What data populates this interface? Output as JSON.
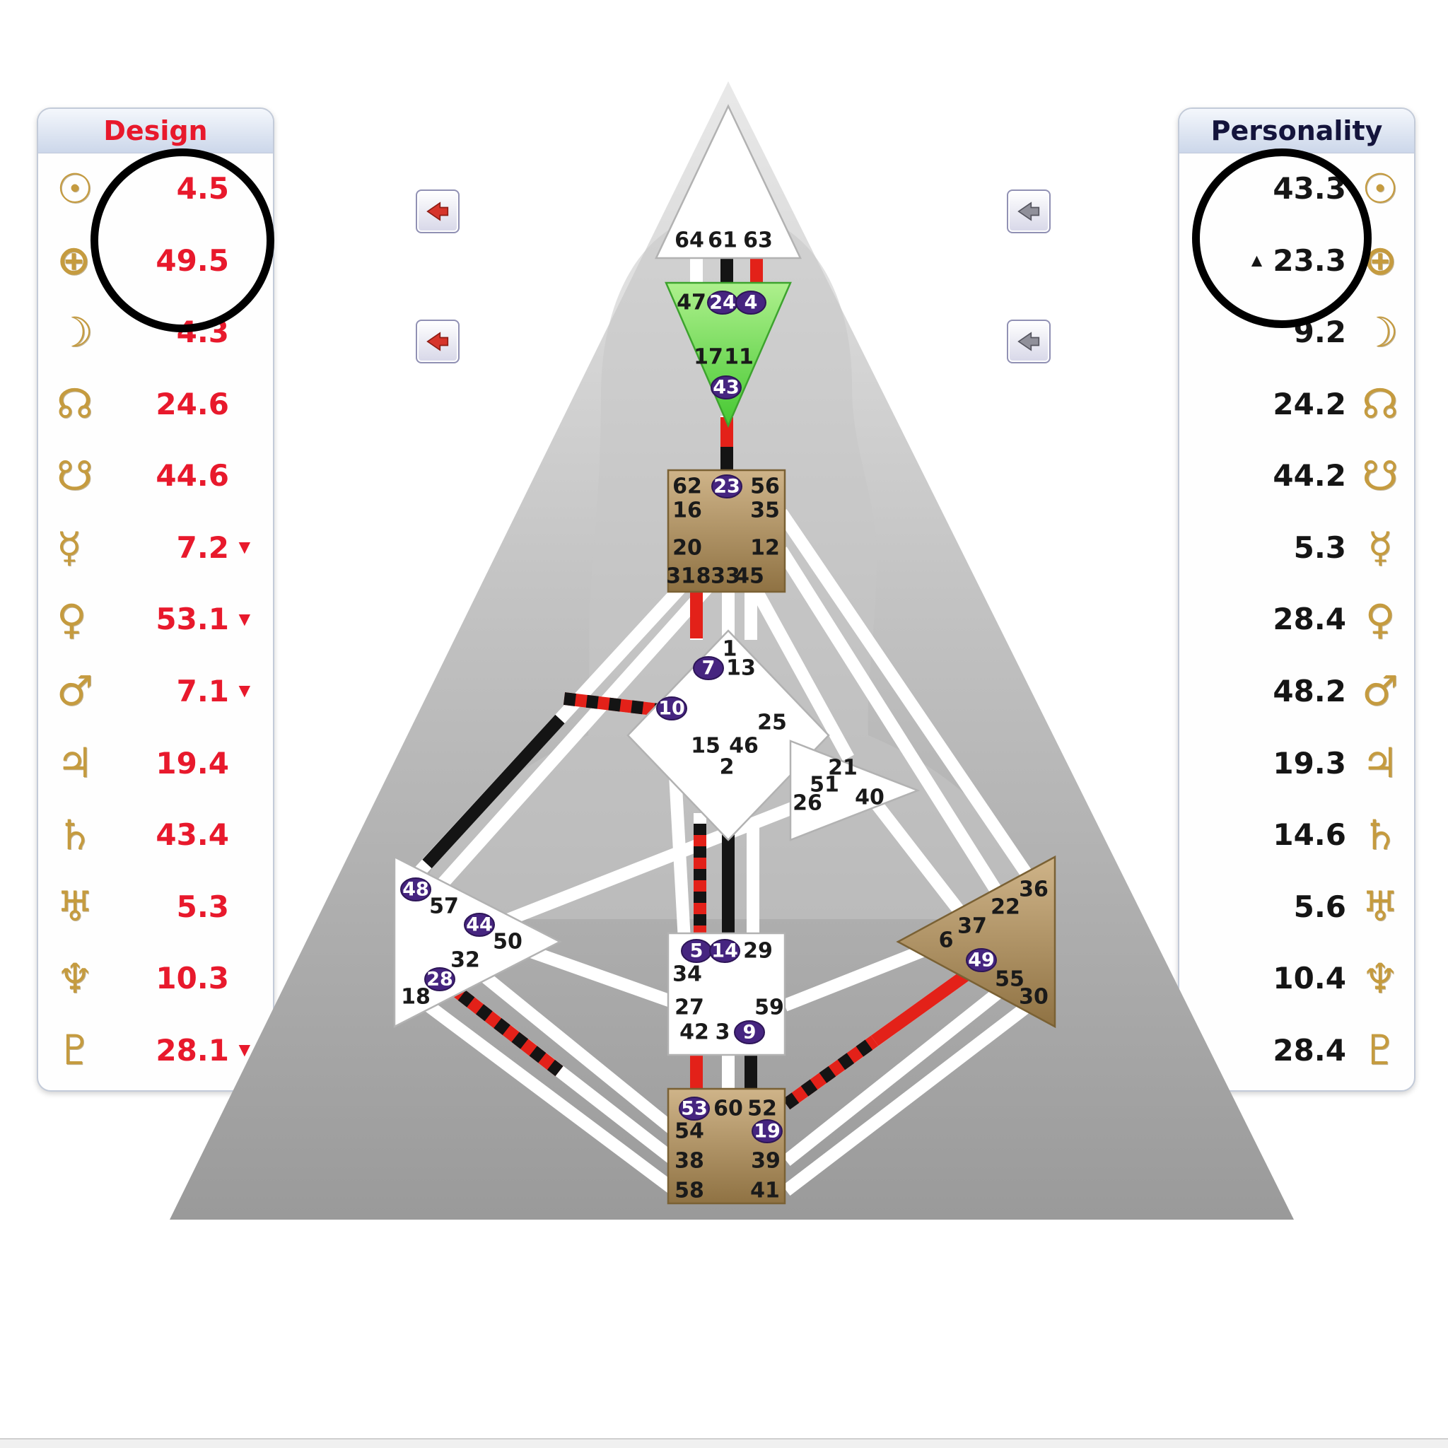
{
  "design_panel": {
    "title": "Design",
    "rows": [
      {
        "planet": "sun",
        "glyph": "☉",
        "value": "4.5",
        "marker": ""
      },
      {
        "planet": "earth",
        "glyph": "⊕",
        "value": "49.5",
        "marker": ""
      },
      {
        "planet": "moon",
        "glyph": "☽",
        "value": "4.3",
        "marker": ""
      },
      {
        "planet": "north-node",
        "glyph": "☊",
        "value": "24.6",
        "marker": ""
      },
      {
        "planet": "south-node",
        "glyph": "☋",
        "value": "44.6",
        "marker": ""
      },
      {
        "planet": "mercury",
        "glyph": "☿",
        "value": "7.2",
        "marker": "▼"
      },
      {
        "planet": "venus",
        "glyph": "♀",
        "value": "53.1",
        "marker": "▼"
      },
      {
        "planet": "mars",
        "glyph": "♂",
        "value": "7.1",
        "marker": "▼"
      },
      {
        "planet": "jupiter",
        "glyph": "♃",
        "value": "19.4",
        "marker": ""
      },
      {
        "planet": "saturn",
        "glyph": "♄",
        "value": "43.4",
        "marker": ""
      },
      {
        "planet": "uranus",
        "glyph": "♅",
        "value": "5.3",
        "marker": ""
      },
      {
        "planet": "neptune",
        "glyph": "♆",
        "value": "10.3",
        "marker": ""
      },
      {
        "planet": "pluto",
        "glyph": "♇",
        "value": "28.1",
        "marker": "▼"
      }
    ]
  },
  "personality_panel": {
    "title": "Personality",
    "rows": [
      {
        "planet": "sun",
        "glyph": "☉",
        "value": "43.3",
        "marker": ""
      },
      {
        "planet": "earth",
        "glyph": "⊕",
        "value": "23.3",
        "marker": "▲"
      },
      {
        "planet": "moon",
        "glyph": "☽",
        "value": "9.2",
        "marker": ""
      },
      {
        "planet": "north-node",
        "glyph": "☊",
        "value": "24.2",
        "marker": ""
      },
      {
        "planet": "south-node",
        "glyph": "☋",
        "value": "44.2",
        "marker": ""
      },
      {
        "planet": "mercury",
        "glyph": "☿",
        "value": "5.3",
        "marker": ""
      },
      {
        "planet": "venus",
        "glyph": "♀",
        "value": "28.4",
        "marker": ""
      },
      {
        "planet": "mars",
        "glyph": "♂",
        "value": "48.2",
        "marker": ""
      },
      {
        "planet": "jupiter",
        "glyph": "♃",
        "value": "19.3",
        "marker": ""
      },
      {
        "planet": "saturn",
        "glyph": "♄",
        "value": "14.6",
        "marker": ""
      },
      {
        "planet": "uranus",
        "glyph": "♅",
        "value": "5.6",
        "marker": ""
      },
      {
        "planet": "neptune",
        "glyph": "♆",
        "value": "10.4",
        "marker": ""
      },
      {
        "planet": "pluto",
        "glyph": "♇",
        "value": "28.4",
        "marker": ""
      }
    ]
  },
  "controls": {
    "design_prev_top_icon": "left-arrow",
    "design_prev_bottom_icon": "left-arrow",
    "personality_prev_top_icon": "left-arrow",
    "personality_prev_bottom_icon": "left-arrow"
  },
  "bodygraph": {
    "centers": {
      "head": {
        "gates": [
          {
            "num": "64",
            "circled": false
          },
          {
            "num": "61",
            "circled": false
          },
          {
            "num": "63",
            "circled": false
          }
        ]
      },
      "ajna": {
        "gates": [
          {
            "num": "47",
            "circled": false
          },
          {
            "num": "24",
            "circled": true
          },
          {
            "num": "4",
            "circled": true
          },
          {
            "num": "17",
            "circled": false
          },
          {
            "num": "11",
            "circled": false
          },
          {
            "num": "43",
            "circled": true
          }
        ]
      },
      "throat": {
        "gates": [
          {
            "num": "62",
            "circled": false
          },
          {
            "num": "23",
            "circled": true
          },
          {
            "num": "56",
            "circled": false
          },
          {
            "num": "16",
            "circled": false
          },
          {
            "num": "35",
            "circled": false
          },
          {
            "num": "20",
            "circled": false
          },
          {
            "num": "12",
            "circled": false
          },
          {
            "num": "31",
            "circled": false
          },
          {
            "num": "8",
            "circled": false
          },
          {
            "num": "33",
            "circled": false
          },
          {
            "num": "45",
            "circled": false
          }
        ]
      },
      "g": {
        "gates": [
          {
            "num": "1",
            "circled": false
          },
          {
            "num": "7",
            "circled": true
          },
          {
            "num": "13",
            "circled": false
          },
          {
            "num": "10",
            "circled": true
          },
          {
            "num": "25",
            "circled": false
          },
          {
            "num": "15",
            "circled": false
          },
          {
            "num": "46",
            "circled": false
          },
          {
            "num": "2",
            "circled": false
          }
        ]
      },
      "heart": {
        "gates": [
          {
            "num": "21",
            "circled": false
          },
          {
            "num": "51",
            "circled": false
          },
          {
            "num": "26",
            "circled": false
          },
          {
            "num": "40",
            "circled": false
          }
        ]
      },
      "spleen": {
        "gates": [
          {
            "num": "48",
            "circled": true
          },
          {
            "num": "57",
            "circled": false
          },
          {
            "num": "44",
            "circled": true
          },
          {
            "num": "50",
            "circled": false
          },
          {
            "num": "32",
            "circled": false
          },
          {
            "num": "28",
            "circled": true
          },
          {
            "num": "18",
            "circled": false
          }
        ]
      },
      "solar_plexus": {
        "gates": [
          {
            "num": "36",
            "circled": false
          },
          {
            "num": "22",
            "circled": false
          },
          {
            "num": "37",
            "circled": false
          },
          {
            "num": "6",
            "circled": false
          },
          {
            "num": "49",
            "circled": true
          },
          {
            "num": "55",
            "circled": false
          },
          {
            "num": "30",
            "circled": false
          }
        ]
      },
      "sacral": {
        "gates": [
          {
            "num": "5",
            "circled": true
          },
          {
            "num": "14",
            "circled": true
          },
          {
            "num": "29",
            "circled": false
          },
          {
            "num": "34",
            "circled": false
          },
          {
            "num": "27",
            "circled": false
          },
          {
            "num": "59",
            "circled": false
          },
          {
            "num": "42",
            "circled": false
          },
          {
            "num": "3",
            "circled": false
          },
          {
            "num": "9",
            "circled": true
          }
        ]
      },
      "root": {
        "gates": [
          {
            "num": "53",
            "circled": true
          },
          {
            "num": "60",
            "circled": false
          },
          {
            "num": "52",
            "circled": false
          },
          {
            "num": "54",
            "circled": false
          },
          {
            "num": "19",
            "circled": true
          },
          {
            "num": "38",
            "circled": false
          },
          {
            "num": "39",
            "circled": false
          },
          {
            "num": "58",
            "circled": false
          },
          {
            "num": "41",
            "circled": false
          }
        ]
      }
    },
    "colors": {
      "design_value": "#e8192c",
      "personality_value": "#151515",
      "planet_glyph": "#c59b3f",
      "defined_red": "#e32119",
      "defined_black": "#141414",
      "center_tan": "#b59a67",
      "ajna_green": "#6fd74f",
      "activation_oval_purple": "#462580"
    }
  }
}
